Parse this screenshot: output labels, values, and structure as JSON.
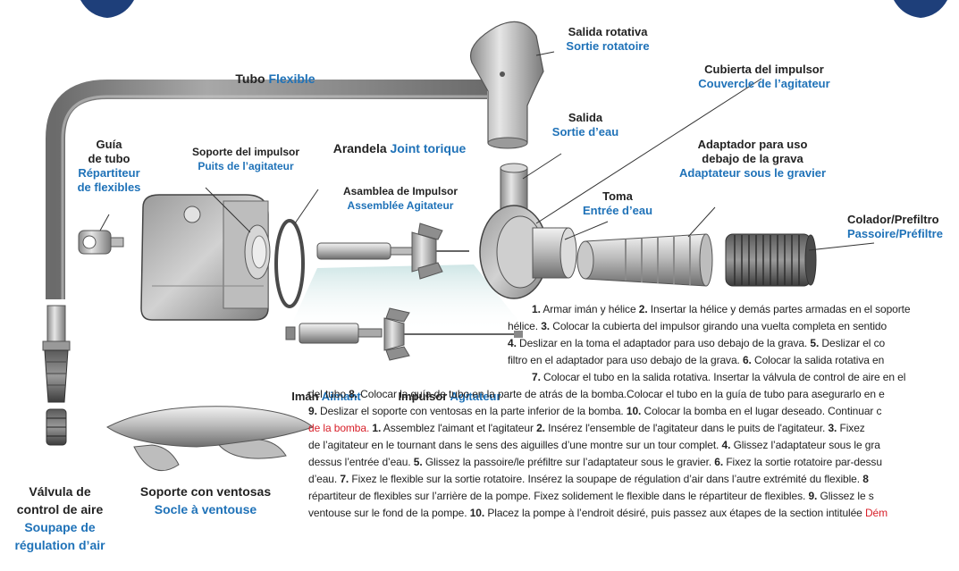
{
  "labels": {
    "salida_rotativa": {
      "es": "Salida rotativa",
      "fr": "Sortie rotatoire"
    },
    "tubo_flexible": {
      "es": "Tubo",
      "fr": "Flexible"
    },
    "cubierta": {
      "es": "Cubierta del impulsor",
      "fr": "Couvercle de l’agitateur"
    },
    "salida": {
      "es": "Salida",
      "fr": "Sortie d’eau"
    },
    "guia": {
      "es_1": "Guía",
      "es_2": "de tubo",
      "fr_1": "Répartiteur",
      "fr_2": "de flexibles"
    },
    "soporte_impulsor": {
      "es": "Soporte del impulsor",
      "fr": "Puits de l’agitateur"
    },
    "arandela": {
      "es": "Arandela",
      "fr": "Joint torique"
    },
    "adaptador": {
      "es_1": "Adaptador para uso",
      "es_2": "debajo de la grava",
      "fr": "Adaptateur sous le gravier"
    },
    "asamblea": {
      "es": "Asamblea de Impulsor",
      "fr": "Assemblée Agitateur"
    },
    "toma": {
      "es": "Toma",
      "fr": "Entrée d’eau"
    },
    "colador": {
      "es": "Colador/Prefiltro",
      "fr": "Passoire/Préfiltre"
    },
    "iman": {
      "es": "Imán",
      "fr": "Aimant"
    },
    "impulsor": {
      "es": "Impulsor",
      "fr": "Agitateur"
    },
    "valvula": {
      "es_1": "Válvula de",
      "es_2": "control de aire",
      "fr_1": "Soupape de",
      "fr_2": "régulation d’air"
    },
    "soporte_ventosas": {
      "es": "Soporte con ventosas",
      "fr": "Socle à ventouse"
    }
  },
  "instructions": {
    "l1": {
      "n1": "1.",
      "t1": " Armar imán y hélice ",
      "n2": "2.",
      "t2": " Insertar la hélice y demás partes armadas en el soporte"
    },
    "l2": {
      "t0": "hélice. ",
      "n3": "3.",
      "t3": " Colocar la cubierta del impulsor girando una vuelta completa en sentido"
    },
    "l3": {
      "n4": "4.",
      "t4": " Deslizar en la toma el adaptador para uso debajo de la grava. ",
      "n5": "5.",
      "t5": " Deslizar el co"
    },
    "l4": {
      "t0": "filtro en el adaptador para uso debajo de la grava. ",
      "n6": "6.",
      "t6": " Colocar la salida rotativa en"
    },
    "l5": {
      "n7": "7.",
      "t7": " Colocar el tubo en la salida rotativa. Insertar la válvula de control de aire en el"
    },
    "l6": {
      "t0": "del tubo ",
      "n8": "8.",
      "t8": " Colocar la guía de tubo en la parte de atrás de la bomba.Colocar el tubo en la guía de tubo para asegurarlo en e"
    },
    "l7": {
      "n9": "9.",
      "t9": " Deslizar el soporte con ventosas en la parte inferior de la bomba. ",
      "n10": "10.",
      "t10": " Colocar la bomba en el lugar deseado. Continuar c"
    },
    "l8": {
      "red": "de la bomba. ",
      "n1": "1.",
      "t1": " Assemblez l'aimant et l'agitateur ",
      "n2": "2.",
      "t2": " Insérez l'ensemble de l'agitateur dans le puits de l'agitateur. ",
      "n3": "3.",
      "t3": " Fixez"
    },
    "l9": {
      "t0": "de l’agitateur en le tournant dans le sens des aiguilles d’une montre sur un tour complet. ",
      "n4": "4.",
      "t4": " Glissez l’adaptateur sous le gra"
    },
    "l10": {
      "t0": "dessus l’entrée d’eau. ",
      "n5": "5.",
      "t5": " Glissez la passoire/le préfiltre sur l’adaptateur sous le gravier. ",
      "n6": "6.",
      "t6": " Fixez la sortie rotatoire par-dessu"
    },
    "l11": {
      "t0": "d’eau. ",
      "n7": "7.",
      "t7": " Fixez le flexible sur la sortie rotatoire. Insérez la soupape de régulation d’air dans l’autre extrémité du flexible. ",
      "n8": "8"
    },
    "l12": {
      "t0": "répartiteur de flexibles sur l’arrière de la pompe. Fixez solidement le flexible dans le répartiteur de flexibles. ",
      "n9": "9.",
      "t9": " Glissez le s"
    },
    "l13": {
      "t0": "ventouse sur le fond de la pompe. ",
      "n10": "10.",
      "t10": " Placez la pompe à l’endroit désiré, puis passez aux étapes de la section intitulée ",
      "red": "Dém"
    }
  },
  "colors": {
    "accent_blue": "#1f72b8",
    "red": "#d8202a",
    "badge": "#1e3f7a",
    "text": "#222222"
  }
}
